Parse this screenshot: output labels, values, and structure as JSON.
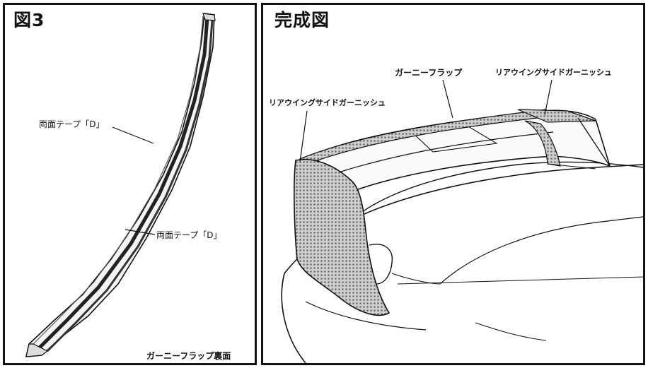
{
  "left_panel": {
    "title": "図3",
    "tape_label_upper": "両面テープ「D」",
    "tape_label_lower": "両面テープ「D」",
    "caption": "ガーニーフラップ裏面"
  },
  "right_panel": {
    "title": "完成図",
    "label_gurney": "ガーニーフラップ",
    "label_side_right": "リアウイングサイドガーニッシュ",
    "label_side_left": "リアウイングサイドガーニッシュ"
  }
}
